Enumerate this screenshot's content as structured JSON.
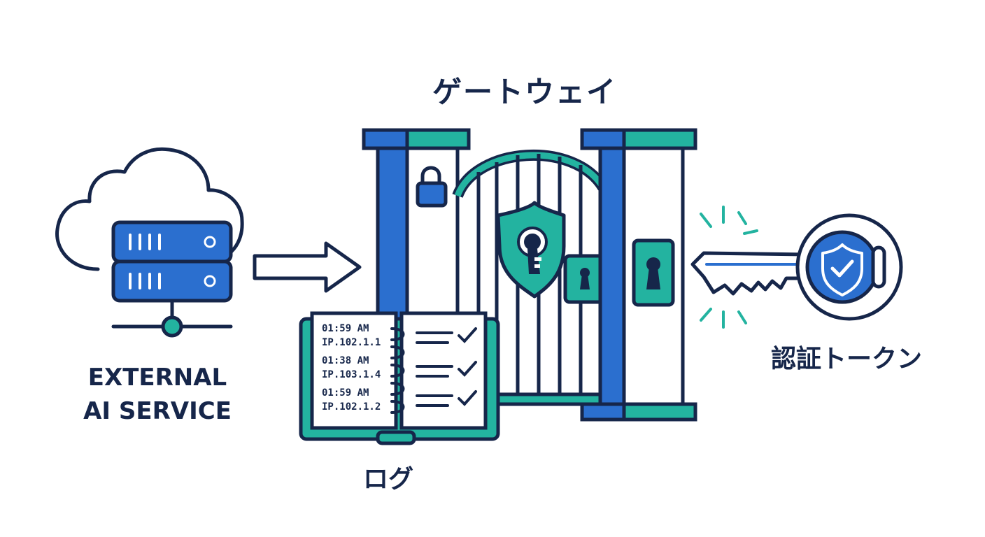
{
  "gateway": {
    "title": "ゲートウェイ"
  },
  "external_service": {
    "line1": "EXTERNAL",
    "line2": "AI SERVICE"
  },
  "auth_token": {
    "label": "認証トークン"
  },
  "log": {
    "label": "ログ",
    "entries": [
      {
        "time": "01:59 AM",
        "ip": "IP.102.1.1"
      },
      {
        "time": "01:38 AM",
        "ip": "IP.103.1.4"
      },
      {
        "time": "01:59 AM",
        "ip": "IP.102.1.2"
      }
    ]
  },
  "colors": {
    "navy": "#16264a",
    "blue": "#2b6fcf",
    "teal": "#23b3a0",
    "white": "#ffffff"
  },
  "icons": [
    "cloud-icon",
    "server-icon",
    "arrow-right-icon",
    "padlock-icon",
    "shield-keyhole-icon",
    "keyhole-icon",
    "key-icon",
    "shield-check-icon",
    "logbook-icon",
    "checkmark-icon"
  ]
}
